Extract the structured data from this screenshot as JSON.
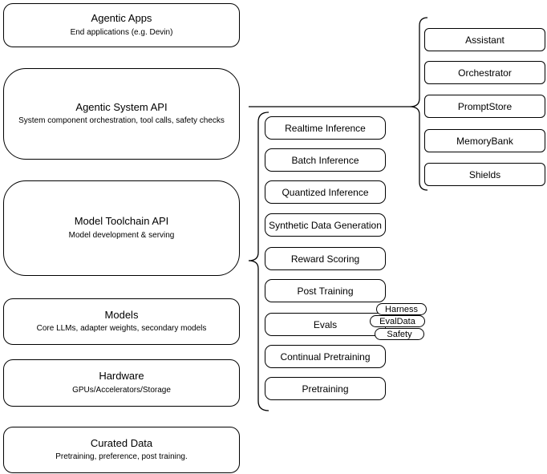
{
  "diagram": {
    "left_column": [
      {
        "title": "Agentic Apps",
        "subtitle": "End applications (e.g. Devin)"
      },
      {
        "title": "Agentic System API",
        "subtitle": "System component orchestration, tool calls, safety checks"
      },
      {
        "title": "Model Toolchain API",
        "subtitle": "Model development & serving"
      },
      {
        "title": "Models",
        "subtitle": "Core LLMs, adapter weights, secondary models"
      },
      {
        "title": "Hardware",
        "subtitle": "GPUs/Accelerators/Storage"
      },
      {
        "title": "Curated Data",
        "subtitle": "Pretraining, preference, post training."
      }
    ],
    "toolchain_components": [
      {
        "label": "Realtime Inference"
      },
      {
        "label": "Batch Inference"
      },
      {
        "label": "Quantized Inference"
      },
      {
        "label": "Synthetic Data Generation"
      },
      {
        "label": "Reward Scoring"
      },
      {
        "label": "Post Training"
      },
      {
        "label": "Evals"
      },
      {
        "label": "Continual Pretraining"
      },
      {
        "label": "Pretraining"
      }
    ],
    "eval_tags": [
      {
        "label": "Harness"
      },
      {
        "label": "EvalData"
      },
      {
        "label": "Safety"
      }
    ],
    "system_components": [
      {
        "label": "Assistant"
      },
      {
        "label": "Orchestrator"
      },
      {
        "label": "PromptStore"
      },
      {
        "label": "MemoryBank"
      },
      {
        "label": "Shields"
      }
    ],
    "colors": {
      "stroke": "#000000",
      "fill": "#ffffff",
      "text": "#000000"
    }
  }
}
